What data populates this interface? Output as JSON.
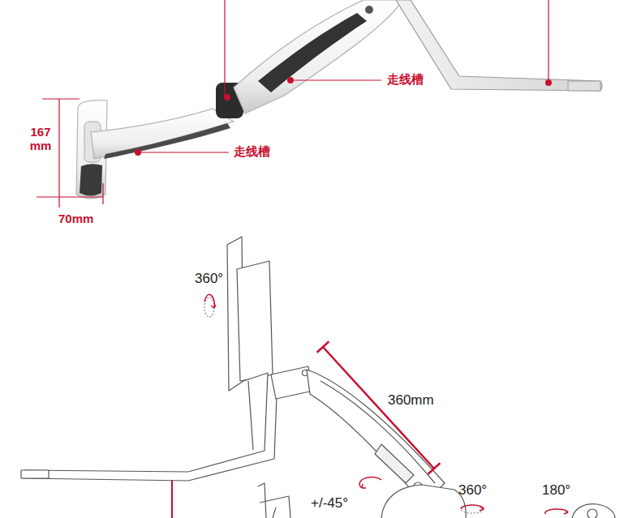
{
  "diagram": {
    "labels": [
      "167 mm",
      "70mm",
      "走线槽",
      "走线槽",
      "360°",
      "360mm",
      "+/-45°",
      "360°",
      "180°"
    ]
  }
}
